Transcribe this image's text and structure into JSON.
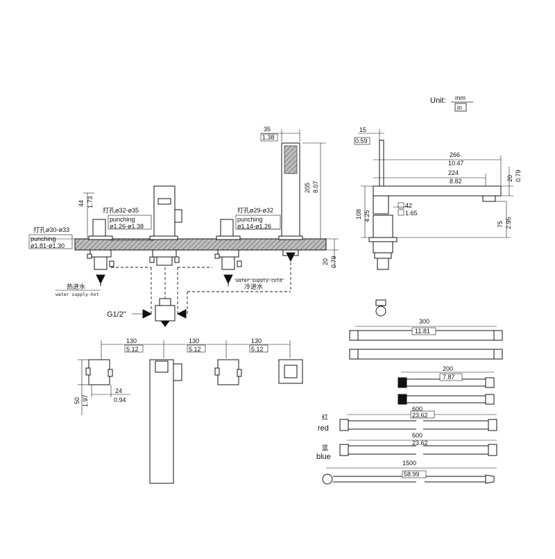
{
  "unit": {
    "label": "Unit:",
    "top": "mm",
    "bottom": "in"
  },
  "front": {
    "handshower_width": [
      "35",
      "1.38"
    ],
    "handshower_height": [
      "205",
      "8.07"
    ],
    "handle_height": [
      "44",
      "1.73"
    ],
    "deck": [
      "20",
      "0.79"
    ],
    "hole_left_cn": "打孔ø30-ø33",
    "hole_left_en_label": "punching",
    "hole_left_en": "ø1.81-ø1.30",
    "hole_mid_cn": "打孔ø32-ø35",
    "hole_mid_en_label": "punching",
    "hole_mid_en": "ø1.26-ø1.38",
    "hole_right_cn": "打孔ø29-ø32",
    "hole_right_en_label": "punching",
    "hole_right_en": "ø1.14-ø1.26",
    "hot_cn": "热进水",
    "hot_en": "water supply-hot",
    "cold_en": "water supply-cold",
    "cold_cn": "冷进水",
    "thread": "G1/2\""
  },
  "side": {
    "top_width": [
      "15",
      "0.59"
    ],
    "reach_total": [
      "266",
      "10.47"
    ],
    "reach_spout": [
      "224",
      "8.82"
    ],
    "spout_thickness": [
      "20",
      "0.79"
    ],
    "body_height": [
      "108",
      "4.25"
    ],
    "outlet": [
      "42",
      "1.65"
    ],
    "spout_height": [
      "75",
      "2.95"
    ]
  },
  "plan": {
    "spacing1": [
      "130",
      "5.12"
    ],
    "spacing2": [
      "130",
      "5.12"
    ],
    "spacing3": [
      "130",
      "5.12"
    ],
    "handle_depth": [
      "50",
      "1.97"
    ],
    "handle_offset": [
      "24",
      "0.94"
    ]
  },
  "hoses": {
    "h300": [
      "300",
      "11.81"
    ],
    "h200": [
      "200",
      "7.87"
    ],
    "red_cn": "红",
    "red_en": "red",
    "red_len": [
      "600",
      "23.62"
    ],
    "blue_cn": "蓝",
    "blue_en": "blue",
    "blue_len": [
      "600",
      "23.62"
    ],
    "shower_len": [
      "1500",
      "58.99"
    ]
  }
}
